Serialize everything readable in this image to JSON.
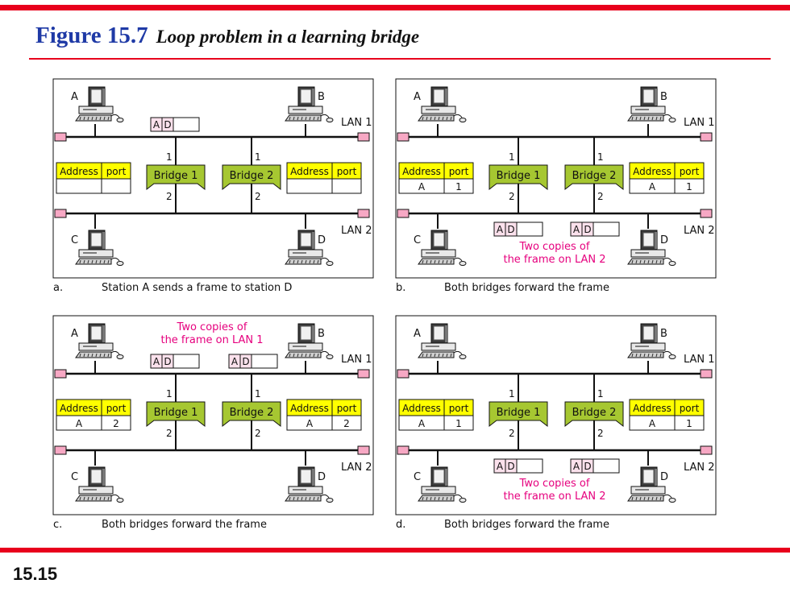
{
  "header": {
    "figure_number": "Figure 15.7",
    "caption": "Loop problem in a learning bridge"
  },
  "page_number": "15.15",
  "common": {
    "station_a": "A",
    "station_b": "B",
    "station_c": "C",
    "station_d": "D",
    "lan1": "LAN 1",
    "lan2": "LAN 2",
    "bridge1": "Bridge 1",
    "bridge2": "Bridge 2",
    "port1": "1",
    "port2": "2",
    "table_header_address": "Address",
    "table_header_port": "port",
    "frame_src": "A",
    "frame_dst": "D"
  },
  "panels": [
    {
      "letter": "a.",
      "caption": "Station A sends a frame to station D",
      "table_left": [
        "",
        ""
      ],
      "table_right": [
        "",
        ""
      ],
      "note": []
    },
    {
      "letter": "b.",
      "caption": "Both bridges forward the frame",
      "table_left": [
        "A",
        "1"
      ],
      "table_right": [
        "A",
        "1"
      ],
      "note": [
        "Two copies of",
        "the frame on LAN 2"
      ]
    },
    {
      "letter": "c.",
      "caption": "Both bridges forward the frame",
      "table_left": [
        "A",
        "2"
      ],
      "table_right": [
        "A",
        "2"
      ],
      "note": [
        "Two copies of",
        "the frame on LAN 1"
      ]
    },
    {
      "letter": "d.",
      "caption": "Both bridges forward the frame",
      "table_left": [
        "A",
        "1"
      ],
      "table_right": [
        "A",
        "1"
      ],
      "note": [
        "Two copies of",
        "the frame on LAN 2"
      ]
    }
  ],
  "colors": {
    "accent_red": "#e8001c",
    "figure_blue": "#1f3aa6",
    "bridge_fill": "#a6c731",
    "table_header_fill": "#ffff00",
    "terminator_fill": "#f7a8c4",
    "note_magenta": "#e6007e"
  }
}
